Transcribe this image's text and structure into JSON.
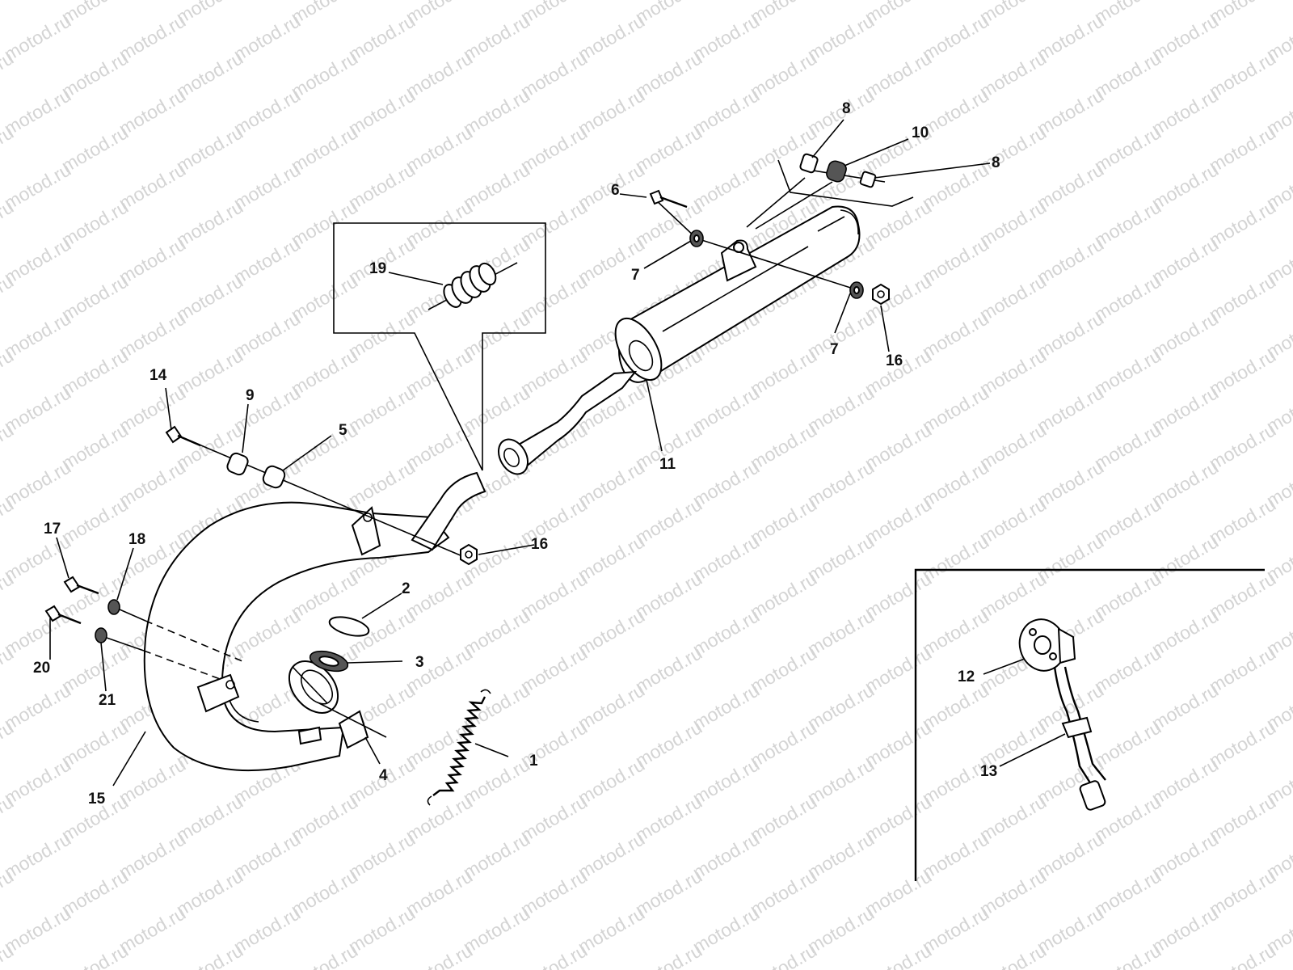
{
  "watermark": "motod.ru",
  "colors": {
    "line": "#000000",
    "watermark": "#d4d4d4",
    "background": "#ffffff"
  },
  "callouts": {
    "c1": "1",
    "c2": "2",
    "c3": "3",
    "c4": "4",
    "c5": "5",
    "c6": "6",
    "c7a": "7",
    "c7b": "7",
    "c8a": "8",
    "c8b": "8",
    "c9": "9",
    "c10": "10",
    "c11": "11",
    "c12": "12",
    "c13": "13",
    "c14": "14",
    "c15": "15",
    "c16a": "16",
    "c16b": "16",
    "c17": "17",
    "c18": "18",
    "c19": "19",
    "c20": "20",
    "c21": "21"
  }
}
